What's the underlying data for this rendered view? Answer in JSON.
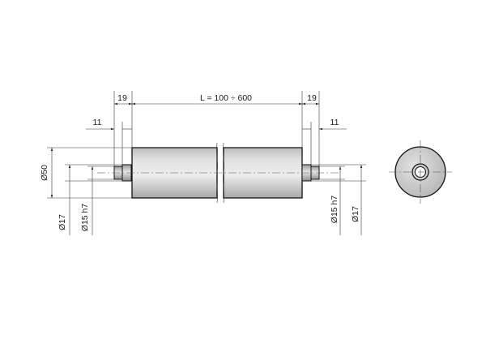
{
  "drawing": {
    "dimensions": {
      "overall_length": "L = 100 ÷ 600",
      "shoulder_left": "19",
      "shoulder_right": "19",
      "journal_left": "11",
      "journal_right": "11",
      "body_diameter": "Ø50",
      "shaft_diameter_left": "Ø17",
      "fit_diameter_left": "Ø15 h7",
      "fit_diameter_right": "Ø15 h7",
      "shaft_diameter_right": "Ø17"
    },
    "colors": {
      "line": "#111111",
      "fill_shaded": "#d4d4d4",
      "fill_shaded_dark": "#9a9a9a",
      "background": "#ffffff"
    }
  }
}
